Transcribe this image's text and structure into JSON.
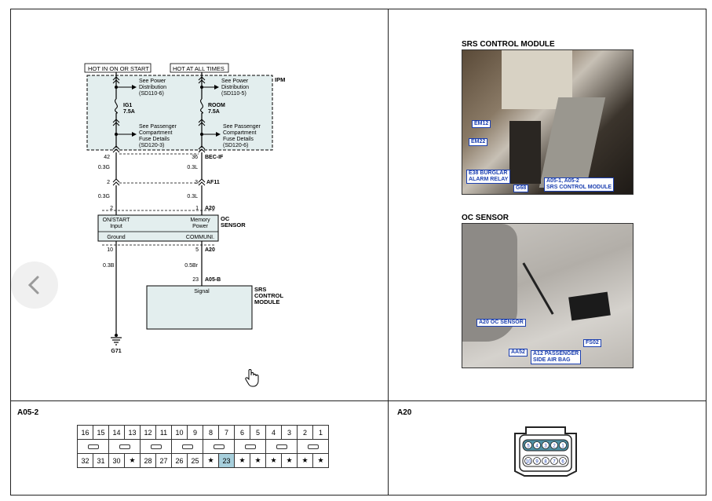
{
  "wiring": {
    "hot_in_on": "HOT IN ON OR START",
    "hot_at_all": "HOT AT ALL TIMES",
    "ipm": "IPM",
    "see_power_1": [
      "See Power",
      "Distribution",
      "(SD110-6)"
    ],
    "see_power_2": [
      "See Power",
      "Distribution",
      "(SD110-5)"
    ],
    "fuse1": [
      "IG1",
      "7.5A"
    ],
    "fuse2": [
      "ROOM",
      "7.5A"
    ],
    "see_pass_1": [
      "See Passenger",
      "Compartment",
      "Fuse Details",
      "(SD120-3)"
    ],
    "see_pass_2": [
      "See Passenger",
      "Compartment",
      "Fuse Details",
      "(SD120-6)"
    ],
    "pin_42": "42",
    "pin_36": "36",
    "bec_if": "BEC-IF",
    "wire_03g_a": "0.3G",
    "wire_03l_a": "0.3L",
    "pin_2a": "2",
    "pin_3": "3",
    "af11": "AF11",
    "wire_03g_b": "0.3G",
    "wire_03l_b": "0.3L",
    "pin_2b": "2",
    "pin_1": "1",
    "a20_top": "A20",
    "oc_input": [
      "ON/START",
      "Input"
    ],
    "oc_memory": [
      "Memory",
      "Power"
    ],
    "oc_label": [
      "OC",
      "SENSOR"
    ],
    "oc_ground": "Ground",
    "oc_communi": "COMMUNI.",
    "pin_10": "10",
    "pin_5": "5",
    "a20_bottom": "A20",
    "wire_03b": "0.3B",
    "wire_05br": "0.5Br",
    "pin_23": "23",
    "a05b": "A05-B",
    "signal": "Signal",
    "srs_label": [
      "SRS",
      "CONTROL",
      "MODULE"
    ],
    "ground": "G71"
  },
  "photos": {
    "srs_title": "SRS CONTROL MODULE",
    "srs_callouts": [
      "EM12",
      "EM22",
      "E38 BURGLAR\nALARM RELAY",
      "G68",
      "A05-1, A05-2\nSRS CONTROL MODULE"
    ],
    "oc_title": "OC SENSOR",
    "oc_callouts": [
      "A20 OC SENSOR",
      "AA52",
      "A12 PASSENGER\nSIDE AIR BAG",
      "FS02"
    ]
  },
  "connector_a05": {
    "title": "A05-2",
    "top_row": [
      "16",
      "15",
      "14",
      "13",
      "12",
      "11",
      "10",
      "9",
      "8",
      "7",
      "6",
      "5",
      "4",
      "3",
      "2",
      "1"
    ],
    "bottom_row": [
      "32",
      "31",
      "30",
      "★",
      "28",
      "27",
      "26",
      "25",
      "★",
      "23",
      "★",
      "★",
      "★",
      "★",
      "★",
      "★"
    ],
    "highlight": "23"
  },
  "connector_a20": {
    "title": "A20",
    "top_pins": [
      "5",
      "4",
      "3",
      "2",
      "1"
    ],
    "bottom_pins": [
      "10",
      "9",
      "8",
      "7",
      "6"
    ]
  },
  "colors": {
    "highlight": "#a7cfdc",
    "ipm_fill": "#e3eeee",
    "callout": "#1b3fb0"
  }
}
